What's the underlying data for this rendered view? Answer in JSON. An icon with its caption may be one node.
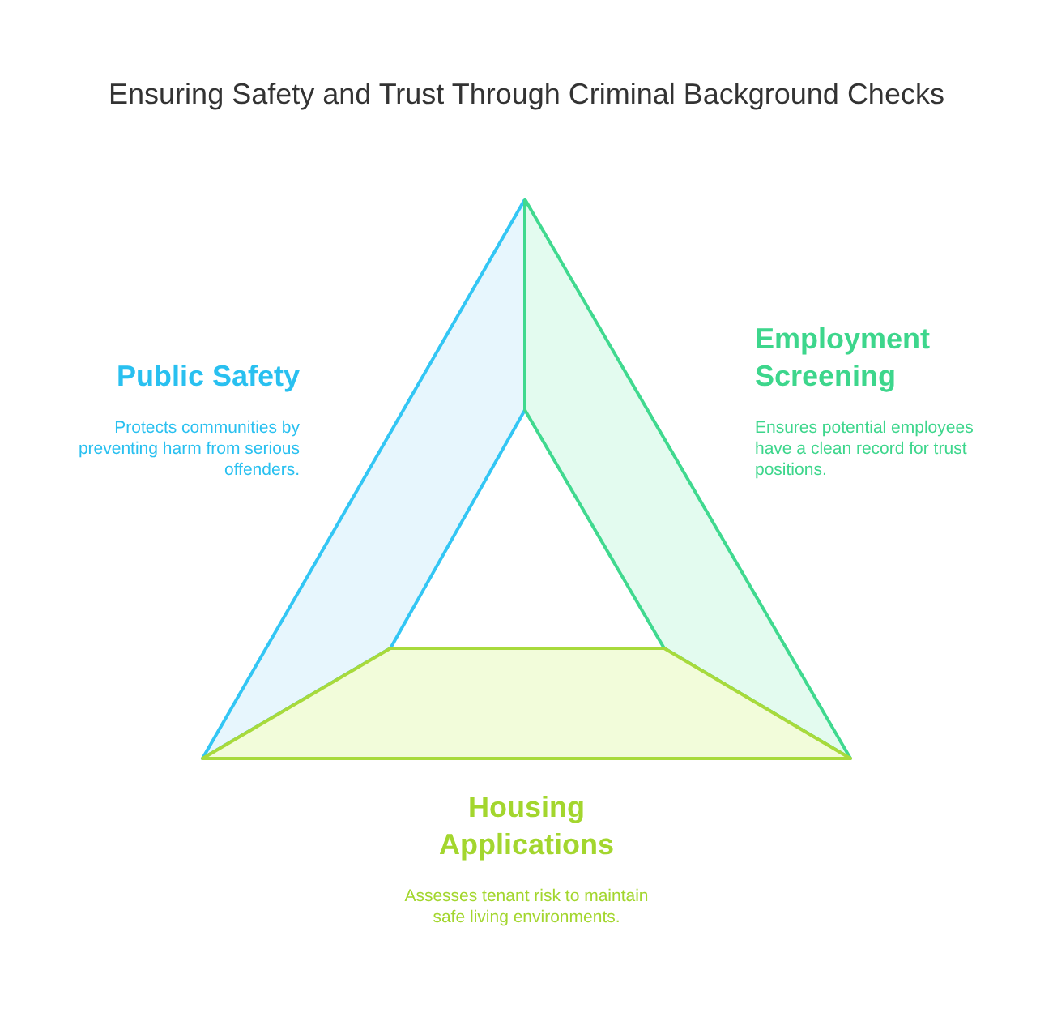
{
  "diagram": {
    "title": "Ensuring Safety and Trust Through Criminal Background Checks",
    "nodes": [
      {
        "text": [
          "Public Safety",
          "Protects communities by preventing harm from serious offenders."
        ]
      },
      {
        "text": [
          "Employment Screening",
          "Ensures potential employees have a clean record for trust positions."
        ]
      },
      {
        "text": [
          "Housing Applications",
          "Assesses tenant risk to maintain safe living environments."
        ]
      }
    ]
  }
}
